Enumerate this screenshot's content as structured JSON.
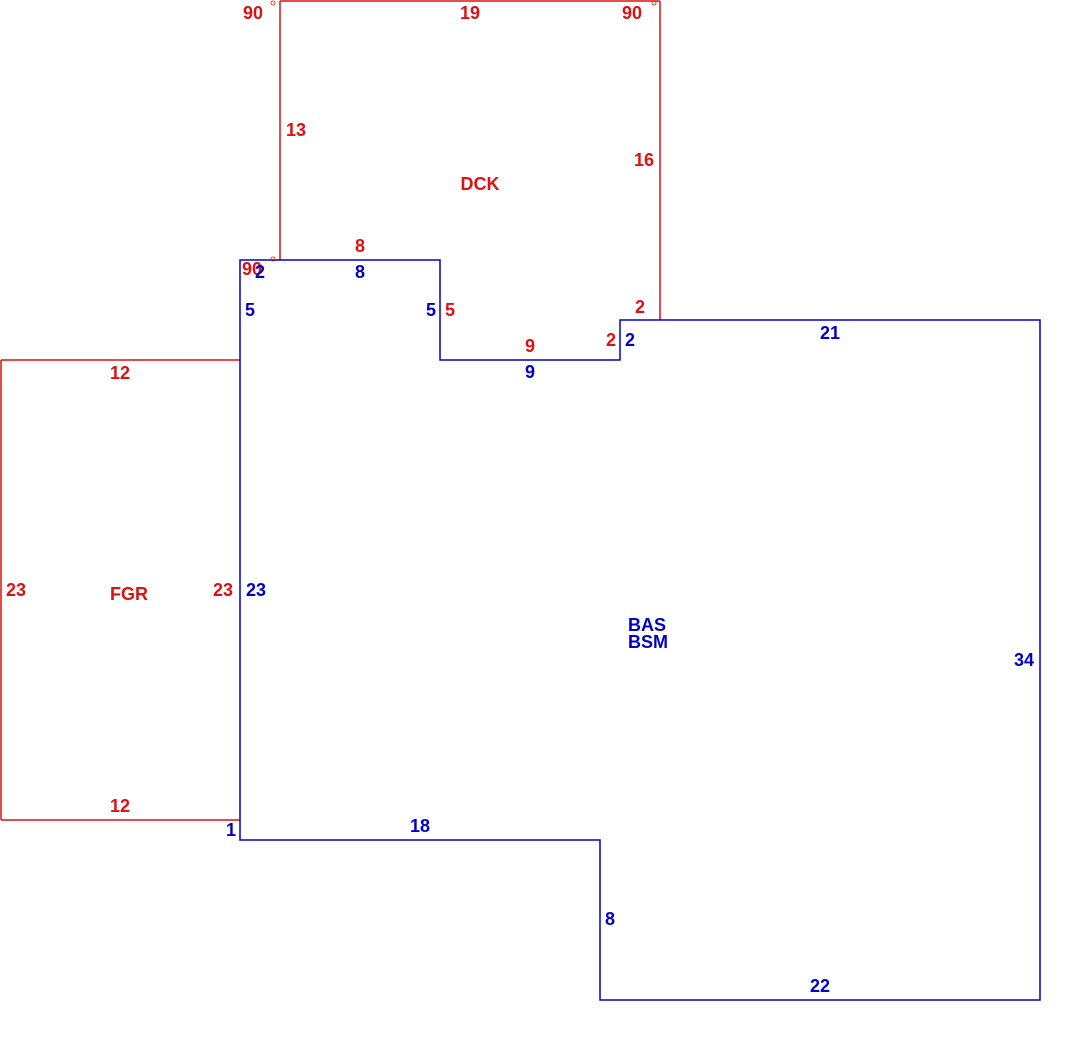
{
  "colors": {
    "red": "#dd1111",
    "blue": "#0000cc",
    "background": "#ffffff"
  },
  "areas": {
    "dck": "DCK",
    "fgr": "FGR",
    "bas": "BAS",
    "bsm": "BSM"
  },
  "angles": {
    "dck_top_left": "90",
    "dck_top_right": "90",
    "dck_bottom_left": "90"
  },
  "dims": {
    "dck": {
      "top": "19",
      "left": "13",
      "right": "16",
      "bottom_seg": "8",
      "notch_side": "5",
      "notch_bottom": "9",
      "step": "2",
      "right_lower": "2"
    },
    "fgr": {
      "top": "12",
      "bottom": "12",
      "left": "23",
      "right": "23"
    },
    "bas": {
      "top_left": "2",
      "top_seg": "8",
      "left_upper": "5",
      "notch_side": "5",
      "notch_bottom": "9",
      "step": "2",
      "top_right": "21",
      "left": "23",
      "right": "34",
      "bottom_left_step": "1",
      "bottom_left": "18",
      "bottom_step": "8",
      "bottom_right": "22"
    }
  }
}
